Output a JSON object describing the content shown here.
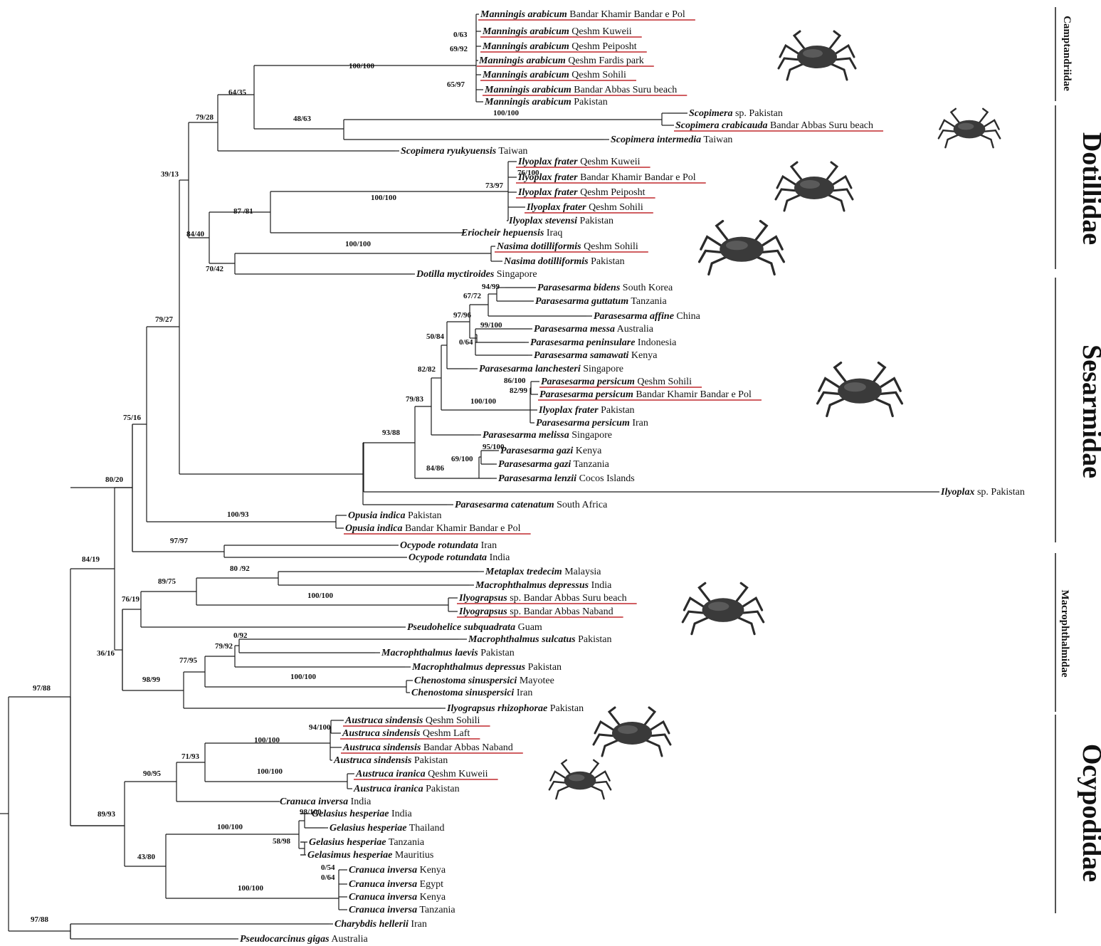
{
  "tips": [
    {
      "name": "Manningis arabicum",
      "loc": "Bandar Khamir Bandar e Pol",
      "hl": true
    },
    {
      "name": "Manningis arabicum",
      "loc": "Qeshm Kuweii",
      "hl": true
    },
    {
      "name": "Manningis arabicum",
      "loc": "Qeshm Peiposht",
      "hl": true
    },
    {
      "name": "Manningis arabicum",
      "loc": "Qeshm Fardis park",
      "hl": true
    },
    {
      "name": "Manningis arabicum",
      "loc": "Qeshm Sohili",
      "hl": true
    },
    {
      "name": "Manningis arabicum",
      "loc": "Bandar Abbas Suru beach",
      "hl": true
    },
    {
      "name": "Manningis arabicum",
      "loc": "Pakistan",
      "hl": false
    },
    {
      "name": "Scopimera",
      "loc": "sp. Pakistan",
      "hl": false
    },
    {
      "name": "Scopimera crabicauda",
      "loc": "Bandar Abbas Suru beach",
      "hl": true
    },
    {
      "name": "Scopimera intermedia",
      "loc": "Taiwan",
      "hl": false
    },
    {
      "name": "Scopimera ryukyuensis",
      "loc": "Taiwan",
      "hl": false
    },
    {
      "name": "Ilyoplax frater",
      "loc": "Qeshm Kuweii",
      "hl": true
    },
    {
      "name": "Ilyoplax frater",
      "loc": "Bandar Khamir Bandar e Pol",
      "hl": true
    },
    {
      "name": "Ilyoplax frater",
      "loc": "Qeshm Peiposht",
      "hl": true
    },
    {
      "name": "Ilyoplax frater",
      "loc": "Qeshm Sohili",
      "hl": true
    },
    {
      "name": "Ilyoplax stevensi",
      "loc": "Pakistan",
      "hl": false
    },
    {
      "name": "Eriocheir hepuensis",
      "loc": "Iraq",
      "hl": false
    },
    {
      "name": "Nasima dotilliformis",
      "loc": "Qeshm Sohili",
      "hl": true
    },
    {
      "name": "Nasima dotilliformis",
      "loc": "Pakistan",
      "hl": false
    },
    {
      "name": "Dotilla myctiroides",
      "loc": "Singapore",
      "hl": false
    },
    {
      "name": "Parasesarma bidens",
      "loc": "South Korea",
      "hl": false
    },
    {
      "name": "Parasesarma guttatum",
      "loc": "Tanzania",
      "hl": false
    },
    {
      "name": "Parasesarma affine",
      "loc": "China",
      "hl": false
    },
    {
      "name": "Parasesarma messa",
      "loc": "Australia",
      "hl": false
    },
    {
      "name": "Parasesarma peninsulare",
      "loc": "Indonesia",
      "hl": false
    },
    {
      "name": "Parasesarma samawati",
      "loc": "Kenya",
      "hl": false
    },
    {
      "name": "Parasesarma lanchesteri",
      "loc": "Singapore",
      "hl": false
    },
    {
      "name": "Parasesarma persicum",
      "loc": "Qeshm Sohili",
      "hl": true
    },
    {
      "name": "Parasesarma persicum",
      "loc": "Bandar Khamir Bandar e Pol",
      "hl": true
    },
    {
      "name": "Ilyoplax frater",
      "loc": "Pakistan",
      "hl": false
    },
    {
      "name": "Parasesarma persicum",
      "loc": "Iran",
      "hl": false
    },
    {
      "name": "Parasesarma melissa",
      "loc": "Singapore",
      "hl": false
    },
    {
      "name": "Parasesarma gazi",
      "loc": "Kenya",
      "hl": false
    },
    {
      "name": "Parasesarma gazi",
      "loc": "Tanzania",
      "hl": false
    },
    {
      "name": "Parasesarma lenzii",
      "loc": "Cocos Islands",
      "hl": false
    },
    {
      "name": "Ilyoplax",
      "loc": "sp. Pakistan",
      "hl": false
    },
    {
      "name": "Parasesarma catenatum",
      "loc": "South Africa",
      "hl": false
    },
    {
      "name": "Opusia indica",
      "loc": "Pakistan",
      "hl": false
    },
    {
      "name": "Opusia indica",
      "loc": "Bandar Khamir Bandar e Pol",
      "hl": true
    },
    {
      "name": "Ocypode rotundata",
      "loc": "Iran",
      "hl": false
    },
    {
      "name": "Ocypode rotundata",
      "loc": "India",
      "hl": false
    },
    {
      "name": "Metaplax tredecim",
      "loc": "Malaysia",
      "hl": false
    },
    {
      "name": "Macrophthalmus depressus",
      "loc": "India",
      "hl": false
    },
    {
      "name": "Ilyograpsus",
      "loc": "sp. Bandar Abbas Suru beach",
      "hl": true
    },
    {
      "name": "Ilyograpsus",
      "loc": "sp. Bandar Abbas Naband",
      "hl": true
    },
    {
      "name": "Pseudohelice subquadrata",
      "loc": "Guam",
      "hl": false
    },
    {
      "name": "Macrophthalmus sulcatus",
      "loc": "Pakistan",
      "hl": false
    },
    {
      "name": "Macrophthalmus laevis",
      "loc": "Pakistan",
      "hl": false
    },
    {
      "name": "Macrophthalmus depressus",
      "loc": "Pakistan",
      "hl": false
    },
    {
      "name": "Chenostoma sinuspersici",
      "loc": "Mayotee",
      "hl": false
    },
    {
      "name": "Chenostoma sinuspersici",
      "loc": "Iran",
      "hl": false
    },
    {
      "name": "Ilyograpsus rhizophorae",
      "loc": "Pakistan",
      "hl": false
    },
    {
      "name": "Austruca sindensis",
      "loc": "Qeshm Sohili",
      "hl": true
    },
    {
      "name": "Austruca sindensis",
      "loc": "Qeshm Laft",
      "hl": true
    },
    {
      "name": "Austruca sindensis",
      "loc": "Bandar Abbas Naband",
      "hl": true
    },
    {
      "name": "Austruca sindensis",
      "loc": "Pakistan",
      "hl": false
    },
    {
      "name": "Austruca iranica",
      "loc": "Qeshm Kuweii",
      "hl": true
    },
    {
      "name": "Austruca iranica",
      "loc": "Pakistan",
      "hl": false
    },
    {
      "name": "Cranuca inversa",
      "loc": "India",
      "hl": false
    },
    {
      "name": "Gelasius hesperiae",
      "loc": "India",
      "hl": false
    },
    {
      "name": "Gelasius hesperiae",
      "loc": "Thailand",
      "hl": false
    },
    {
      "name": "Gelasius hesperiae",
      "loc": "Tanzania",
      "hl": false
    },
    {
      "name": "Gelasimus hesperiae",
      "loc": "Mauritius",
      "hl": false
    },
    {
      "name": "Cranuca inversa",
      "loc": "Kenya",
      "hl": false
    },
    {
      "name": "Cranuca inversa",
      "loc": "Egypt",
      "hl": false
    },
    {
      "name": "Cranuca inversa",
      "loc": "Kenya",
      "hl": false
    },
    {
      "name": "Cranuca inversa",
      "loc": "Tanzania",
      "hl": false
    },
    {
      "name": "Charybdis hellerii",
      "loc": "Iran",
      "hl": false
    },
    {
      "name": "Pseudocarcinus gigas",
      "loc": "Australia",
      "hl": false
    }
  ],
  "supports": [
    "100/100",
    "0/63",
    "69/92",
    "65/97",
    "64/35",
    "79/28",
    "48/63",
    "100/100",
    "39/13",
    "76/100",
    "73/97",
    "100/100",
    "87 /81",
    "84/40",
    "100/100",
    "70/42",
    "79/27",
    "94/99",
    "67/72",
    "97/96",
    "99/100",
    "0/64",
    "50/84",
    "82/82",
    "86/100",
    "82/99",
    "100/100",
    "79/83",
    "93/88",
    "95/100",
    "69/100",
    "84/86",
    "100/93",
    "75/16",
    "100/100",
    "80/20",
    "97/97",
    "84/19",
    "80 /92",
    "89/75",
    "100/100",
    "76/19",
    "0/92",
    "79/92",
    "77/95",
    "100/100",
    "98/99",
    "36/16",
    "97/88",
    "94/100",
    "100/100",
    "71/93",
    "100/100",
    "90/95",
    "89/93",
    "98/100",
    "100/100",
    "58/98",
    "0/54",
    "0/64",
    "100/100",
    "43/80",
    "97/88"
  ],
  "families": [
    {
      "label": "Camptandriidae"
    },
    {
      "label": "Dotillidae"
    },
    {
      "label": "Sesarmidae"
    },
    {
      "label": "Macrophthalmidae"
    },
    {
      "label": "Ocypodidae"
    }
  ],
  "illustrations": [
    {
      "icon": "crab-illustration"
    },
    {
      "icon": "crab-illustration"
    },
    {
      "icon": "crab-illustration"
    },
    {
      "icon": "crab-illustration"
    },
    {
      "icon": "crab-illustration"
    },
    {
      "icon": "crab-illustration"
    },
    {
      "icon": "crab-illustration"
    }
  ],
  "colors": {
    "branch": "#1a1a1a",
    "highlight": "#c0282d",
    "text": "#111111"
  }
}
